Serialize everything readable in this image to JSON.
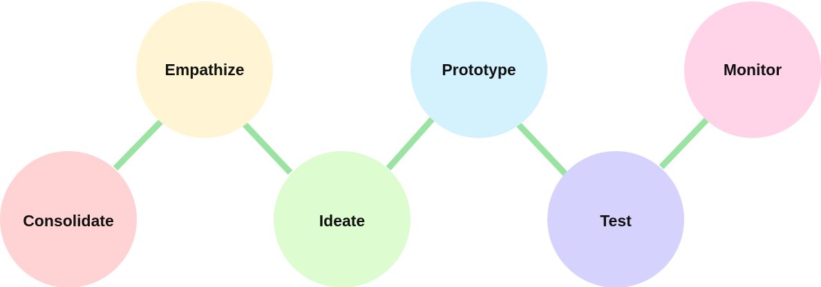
{
  "diagram": {
    "connector_color": "#9be3a2",
    "nodes": [
      {
        "label": "Consolidate",
        "color": "#ffd3d3"
      },
      {
        "label": "Empathize",
        "color": "#fff4d3"
      },
      {
        "label": "Ideate",
        "color": "#ddfcd0"
      },
      {
        "label": "Prototype",
        "color": "#d4f2fd"
      },
      {
        "label": "Test",
        "color": "#d5d3fe"
      },
      {
        "label": "Monitor",
        "color": "#ffd3e8"
      }
    ]
  }
}
